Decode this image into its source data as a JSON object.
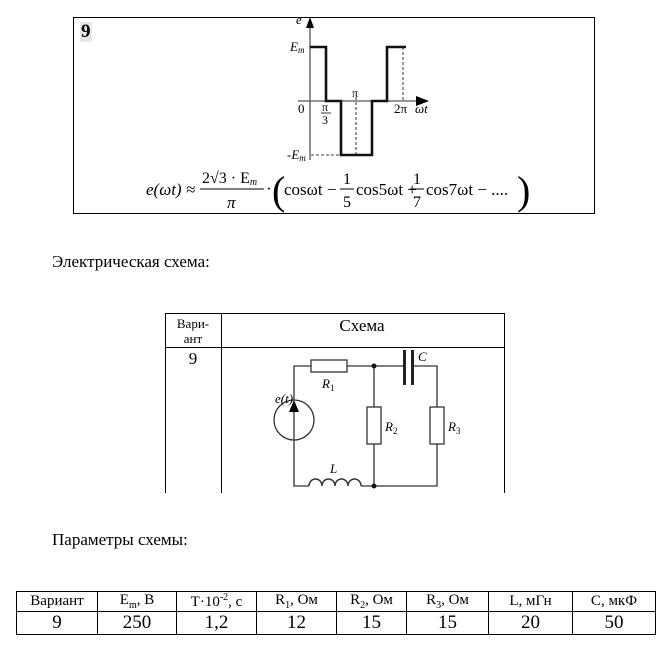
{
  "task": {
    "variant_badge": "9",
    "graph": {
      "y_axis_label": "e",
      "x_axis_label": "ωt",
      "em_label": "E",
      "em_sub": "m",
      "neg_em_label": "-E",
      "origin_label": "0",
      "pi_label": "π",
      "pi3_num": "π",
      "pi3_den": "3",
      "two_pi_label": "2π"
    },
    "formula": {
      "lhs": "e(ωt) ≈",
      "coef_num": "2√3 · E",
      "coef_num_sub": "m",
      "coef_den": "π",
      "dot": "·",
      "term1": "cosωt −",
      "frac1_num": "1",
      "frac1_den": "5",
      "term2": "cos5ωt +",
      "frac2_num": "1",
      "frac2_den": "7",
      "term3": "cos7ωt − ...."
    }
  },
  "circuit_section": {
    "heading": "Электрическая схема:",
    "table": {
      "col_variant_line1": "Вари-",
      "col_variant_line2": "ант",
      "col_scheme": "Схема",
      "variant": "9",
      "labels": {
        "source": "e(t)",
        "r1": "R",
        "r1_sub": "1",
        "r2": "R",
        "r2_sub": "2",
        "r3": "R",
        "r3_sub": "3",
        "l": "L",
        "c": "C"
      }
    }
  },
  "params_section": {
    "heading": "Параметры схемы:",
    "headers": [
      {
        "main": "Вариант",
        "sub": "",
        "sup": "",
        "tail": ""
      },
      {
        "main": "E",
        "sub": "m",
        "sup": "",
        "tail": ", В"
      },
      {
        "main": "T·10",
        "sub": "",
        "sup": "-2",
        "tail": ", с"
      },
      {
        "main": "R",
        "sub": "1",
        "sup": "",
        "tail": ", Ом"
      },
      {
        "main": "R",
        "sub": "2",
        "sup": "",
        "tail": ", Ом"
      },
      {
        "main": "R",
        "sub": "3",
        "sup": "",
        "tail": ", Ом"
      },
      {
        "main": "L",
        "sub": "",
        "sup": "",
        "tail": ", мГн"
      },
      {
        "main": "C",
        "sub": "",
        "sup": "",
        "tail": ", мкФ"
      }
    ],
    "row": [
      "9",
      "250",
      "1,2",
      "12",
      "15",
      "15",
      "20",
      "50"
    ]
  }
}
